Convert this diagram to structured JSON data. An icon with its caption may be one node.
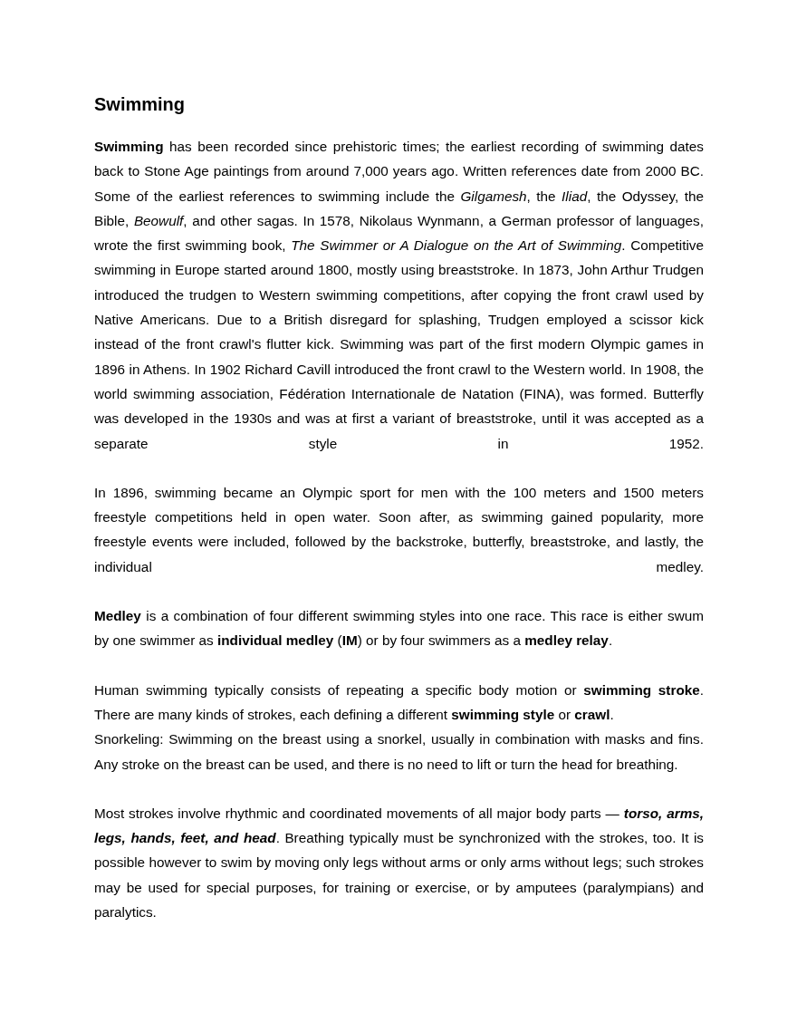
{
  "diagram": {
    "title": "Swimming",
    "labels": [
      "**Swimming** has been recorded since prehistoric times; the earliest recording of swimming dates back to Stone Age paintings from around 7,000 years ago. Written references date from 2000 BC. Some of the earliest references to swimming include the *Gilgamesh*, the *Iliad*, the Odyssey, the Bible, *Beowulf*, and other sagas. In 1578, Nikolaus Wynmann, a German professor of languages, wrote the first swimming book, *The Swimmer or A Dialogue on the Art of Swimming*. Competitive swimming in Europe started around 1800, mostly using breaststroke. In 1873, John Arthur Trudgen introduced the trudgen to Western swimming competitions, after copying the front crawl used by Native Americans. Due to a British disregard for splashing, Trudgen employed a scissor kick instead of the front crawl's flutter kick. Swimming was part of the first modern Olympic games in 1896 in Athens. In 1902 Richard Cavill introduced the front crawl to the Western world. In 1908, the world swimming association, Fédération Internationale de Natation (FINA), was formed. Butterfly was developed in the 1930s and was at first a variant of breaststroke, until it was accepted as a separate style in 1952.",
      "In 1896, swimming became an Olympic sport for men with the 100 meters and 1500 meters freestyle competitions held in open water. Soon after, as swimming gained popularity, more freestyle events were included, followed by the backstroke, butterfly, breaststroke, and lastly, the individual medley.",
      "**Medley** is a combination of four different swimming styles into one race. This race is either swum by one swimmer as **individual medley** (**IM**) or by four swimmers as a **medley relay**.",
      "Human swimming typically consists of repeating a specific body motion or **swimming stroke**. There are many kinds of strokes, each defining a different **swimming style** or **crawl**.",
      "Snorkeling: Swimming on the breast using a snorkel, usually in combination with masks and fins. Any stroke on the breast can be used, and there is no need to lift or turn the head for breathing.",
      "Most strokes involve rhythmic and coordinated movements of all major body parts — **torso, arms, legs, hands, feet, and head**. Breathing typically must be synchronized with the strokes, too. It is possible however to swim by moving only legs without arms or only arms without legs; such strokes may be used for special purposes, for training or exercise, or by amputees (paralympians) and paralytics."
    ]
  }
}
